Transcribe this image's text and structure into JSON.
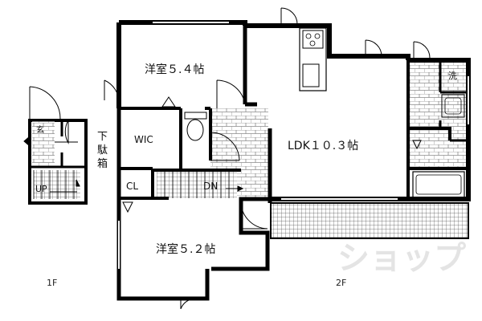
{
  "floors": {
    "first": {
      "label": "1F",
      "entrance_label": "玄",
      "stairs_label": "UP",
      "shoe_box_label": "下\n駄\n箱"
    },
    "second": {
      "label": "2F",
      "stairs_label": "DN",
      "rooms": {
        "western_room_top": "洋室５.４帖",
        "wic": "WIC",
        "ldk": "LDK１０.３帖",
        "closet": "CL",
        "western_room_bottom": "洋室５.２帖",
        "washroom": "洗"
      }
    }
  },
  "watermark": "ショップ",
  "colors": {
    "wall": "#000000",
    "tile": "#777777",
    "balcony_fill": "#9a9a9a"
  }
}
